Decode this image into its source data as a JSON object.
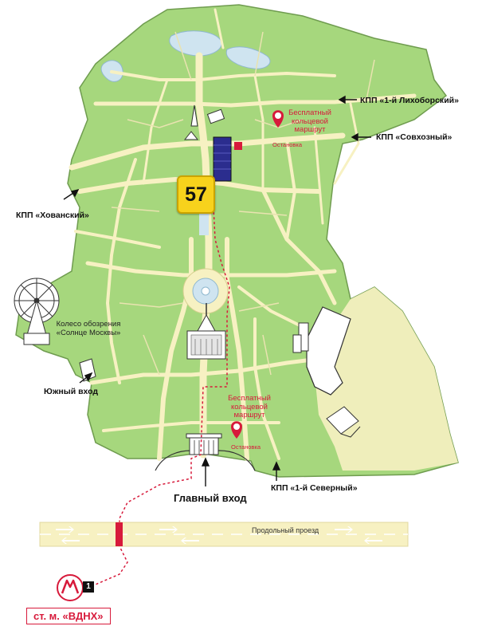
{
  "map": {
    "marker_number": "57",
    "checkpoints": {
      "likhoborsky": "КПП «1-й Лихоборский»",
      "sovkhozny": "КПП «Совхозный»",
      "khovansky": "КПП «Хованский»",
      "severny": "КПП «1-й Северный»"
    },
    "entrances": {
      "south": "Южный вход",
      "main": "Главный вход"
    },
    "ferris_wheel": {
      "line1": "Колесо обозрения",
      "line2": "«Солнце Москвы»"
    },
    "free_route": {
      "line1": "Бесплатный",
      "line2": "кольцевой",
      "line3": "маршрут",
      "stop": "Остановка"
    },
    "road": "Продольный проезд",
    "metro": {
      "line": "1",
      "station": "ст. м. «ВДНХ»"
    },
    "colors": {
      "park": "#a6d77d",
      "roads": "#f7f1c2",
      "water": "#cfe4f0",
      "route": "#d71a3b",
      "marker": "#f7d21c"
    },
    "icons": [
      "bus-icon",
      "metro-icon",
      "arrow-icon",
      "fountain-icon",
      "ferris-wheel-icon",
      "pavilion-icon"
    ]
  }
}
